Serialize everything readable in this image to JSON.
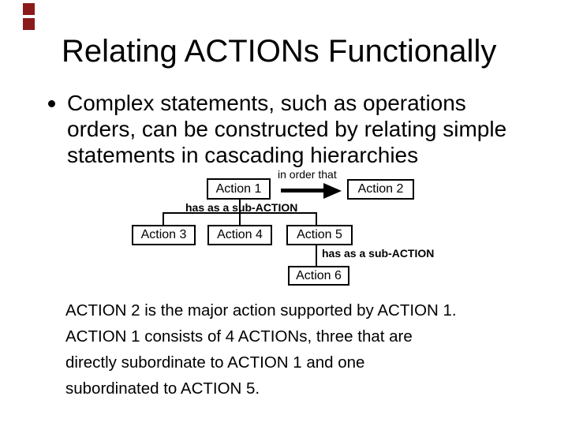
{
  "decor": {
    "squares": [
      {
        "name": "top-left-square-1",
        "color": "#8B1A1A"
      },
      {
        "name": "top-left-square-2",
        "color": "#8B1A1A"
      }
    ]
  },
  "title": "Relating ACTIONs Functionally",
  "bullet": {
    "marker": "•",
    "lines": [
      "Complex statements, such as operations",
      "orders, can be constructed by relating simple",
      "statements in cascading hierarchies"
    ]
  },
  "diagram": {
    "boxes": [
      {
        "label": "Action 1"
      },
      {
        "label": "Action 2"
      },
      {
        "label": "Action 3"
      },
      {
        "label": "Action 4"
      },
      {
        "label": "Action 5"
      },
      {
        "label": "Action 6"
      }
    ],
    "arrow_label": "in order that",
    "sub_action_label_top": "has as a sub-ACTION",
    "sub_action_label_bottom": "has as a sub-ACTION"
  },
  "paragraph": {
    "lines": [
      "ACTION 2 is the major action supported by ACTION 1.",
      "ACTION 1 consists of 4 ACTIONs, three that are",
      "directly subordinate to ACTION 1 and one",
      "subordinated to ACTION 5."
    ]
  },
  "colors": {
    "background": "#ffffff",
    "text": "#000000",
    "line": "#000000"
  }
}
